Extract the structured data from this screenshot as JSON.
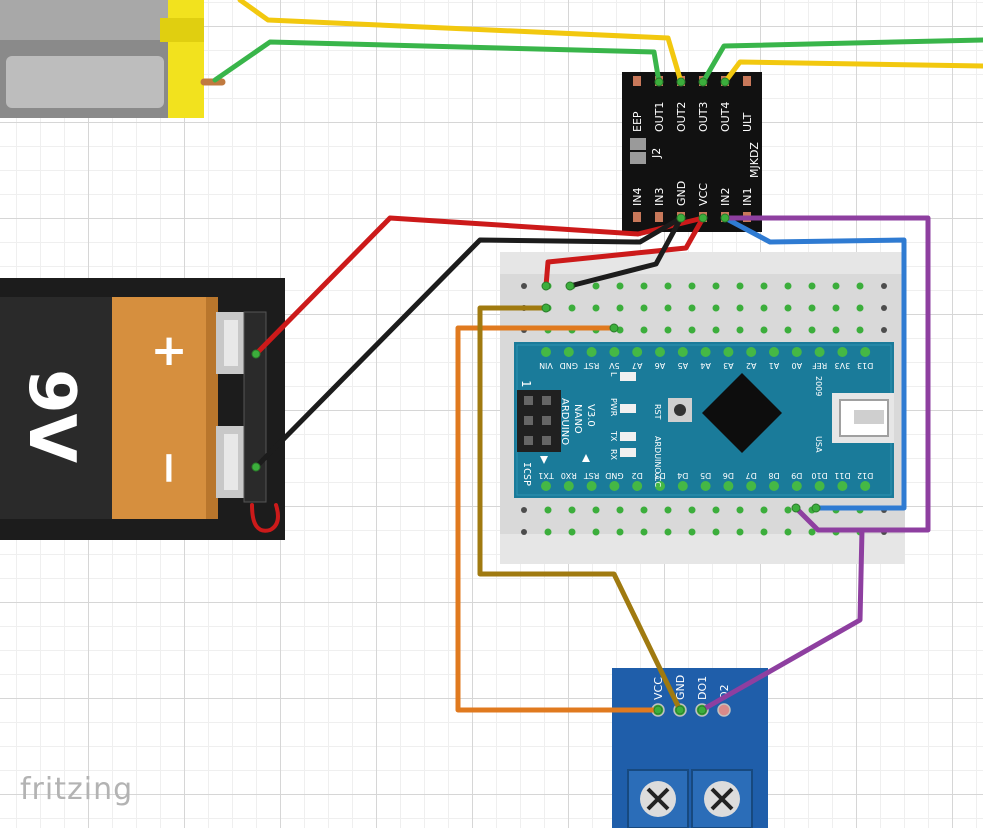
{
  "app": {
    "logo": "fritzing"
  },
  "battery": {
    "voltage_label": "9V",
    "plus_label": "+",
    "minus_label": "−"
  },
  "driver": {
    "top_pins": [
      "EEP",
      "OUT1",
      "OUT2",
      "OUT3",
      "OUT4",
      "ULT"
    ],
    "bottom_pins": [
      "IN4",
      "IN3",
      "GND",
      "VCC",
      "IN2",
      "IN1"
    ],
    "jumper_label": "J2",
    "brand_label": "MJKDZ"
  },
  "nano": {
    "top_pins": [
      "D12",
      "D11",
      "D10",
      "D9",
      "D8",
      "D7",
      "D6",
      "D5",
      "D4",
      "D3",
      "D2",
      "GND",
      "RST",
      "RX0",
      "TX1"
    ],
    "bottom_pins": [
      "D13",
      "3V3",
      "REF",
      "A0",
      "A1",
      "A2",
      "A3",
      "A4",
      "A5",
      "A6",
      "A7",
      "5V",
      "RST",
      "GND",
      "VIN"
    ],
    "title_lines": [
      "ARDUINO",
      "NANO",
      "V3.0"
    ],
    "icsp_label": "ICSP",
    "icsp_number": "1",
    "led_labels": [
      "L",
      "PWR",
      "TX",
      "RX"
    ],
    "rst_label": "RST",
    "site_label": "ARDUINO.CC",
    "usa_label": "USA",
    "year_label": "2009"
  },
  "sensor": {
    "pins": [
      "VCC",
      "GND",
      "DO1",
      "O2"
    ]
  }
}
